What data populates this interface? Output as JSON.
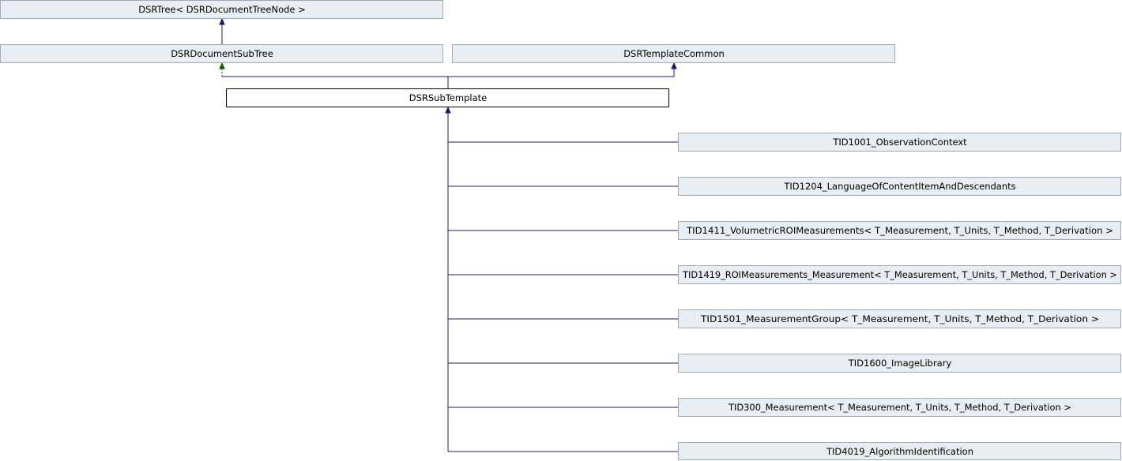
{
  "colors": {
    "node_fill": "#e8edf2",
    "node_border": "#9ba9c1",
    "focus_fill": "#ffffff",
    "focus_border": "#000000",
    "edge": "#191970",
    "template_edge": "#006400"
  },
  "nodes": {
    "tree": {
      "label": "DSRTree< DSRDocumentTreeNode >"
    },
    "doc_subtree": {
      "label": "DSRDocumentSubTree"
    },
    "template_common": {
      "label": "DSRTemplateCommon"
    },
    "sub_template": {
      "label": "DSRSubTemplate"
    },
    "children": [
      {
        "label": "TID1001_ObservationContext"
      },
      {
        "label": "TID1204_LanguageOfContentItemAndDescendants"
      },
      {
        "label": "TID1411_VolumetricROIMeasurements< T_Measurement, T_Units, T_Method, T_Derivation >"
      },
      {
        "label": "TID1419_ROIMeasurements_Measurement< T_Measurement, T_Units, T_Method, T_Derivation >"
      },
      {
        "label": "TID1501_MeasurementGroup< T_Measurement, T_Units, T_Method, T_Derivation >"
      },
      {
        "label": "TID1600_ImageLibrary"
      },
      {
        "label": "TID300_Measurement< T_Measurement, T_Units, T_Method, T_Derivation >"
      },
      {
        "label": "TID4019_AlgorithmIdentification"
      }
    ]
  }
}
